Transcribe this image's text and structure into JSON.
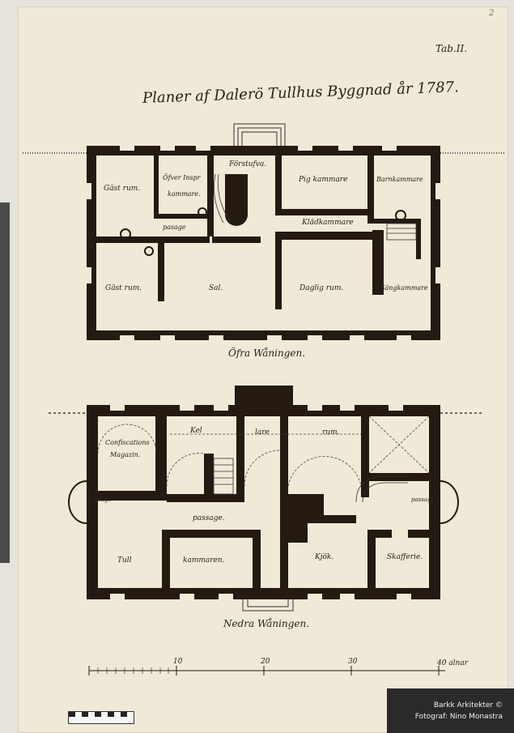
{
  "sheet": {
    "page_number": "2",
    "plate_label": "Tab.II.",
    "title": "Planer af Dalerö Tullhus Byggnad år 1787."
  },
  "upper_floor": {
    "caption": "Öfra Wåningen.",
    "rooms": {
      "gast_rum_top": "Gäst rum.",
      "ofver_inspr": "Öfver Inspr",
      "ofver_inspr_2": "kammare.",
      "forstufva": "Förstufva.",
      "pig_kammare": "Pig kammare",
      "barn_kammare": "Barnkammare",
      "passage": "pasage",
      "kladkammare": "Klädkammare",
      "gast_rum_bottom": "Gäst rum.",
      "sal": "Sal.",
      "daglig_rum": "Daglig rum.",
      "sang_kammare": "Sängkammare"
    }
  },
  "lower_floor": {
    "caption": "Nedra Wåningen.",
    "rooms": {
      "confiscations": "Confiscations",
      "magazin": "Magazin.",
      "kel": "Kel",
      "lare": "lare",
      "rum": "rum.",
      "passage_left": "passage",
      "passage_mid": "passage.",
      "passage_right": "passage",
      "tull": "Tull",
      "kammaren": "kammaren.",
      "kjok": "Kjök.",
      "skafferie": "Skafferie."
    }
  },
  "scale": {
    "labels": [
      "10",
      "20",
      "30",
      "40 alnar"
    ]
  },
  "credit": {
    "line1": "Barkk Arkitekter ©",
    "line2": "Fotograf: Nino Monastra"
  }
}
